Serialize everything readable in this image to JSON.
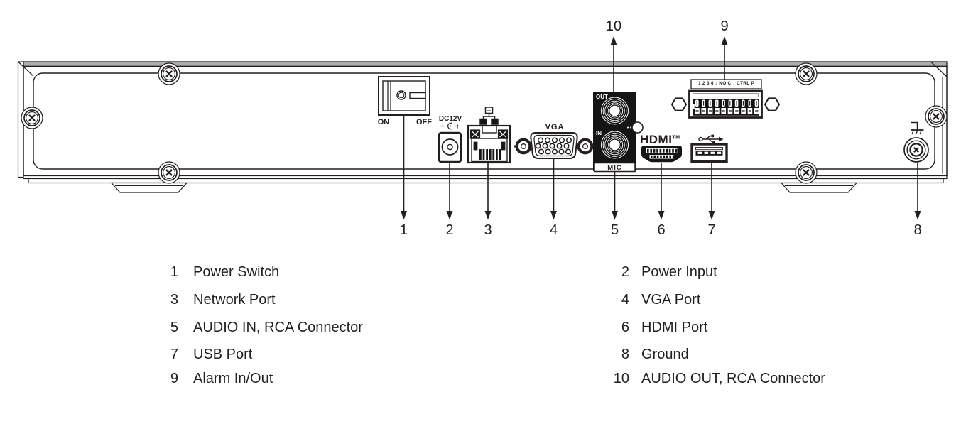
{
  "colors": {
    "ink": "#231f20",
    "panel_gray": "#adadad",
    "connector_dark": "#151515"
  },
  "rear_panel": {
    "power_switch": {
      "on": "ON",
      "off": "OFF"
    },
    "power_input": {
      "label": "DC12V"
    },
    "vga": {
      "label": "VGA"
    },
    "audio": {
      "out": "OUT",
      "in": "IN",
      "mic": "MIC"
    },
    "hdmi": {
      "label": "HDMI",
      "tm": "TM"
    },
    "alarm_terminal": {
      "pin_labels": "1 2 3 4 ↓ NO C ↓ CTRL P"
    }
  },
  "callouts": {
    "top": [
      {
        "n": "10"
      },
      {
        "n": "9"
      }
    ],
    "bottom": [
      {
        "n": "1"
      },
      {
        "n": "2"
      },
      {
        "n": "3"
      },
      {
        "n": "4"
      },
      {
        "n": "5"
      },
      {
        "n": "6"
      },
      {
        "n": "7"
      },
      {
        "n": "8"
      }
    ]
  },
  "legend": {
    "left": [
      {
        "num": "1",
        "label": "Power Switch"
      },
      {
        "num": "3",
        "label": "Network Port"
      },
      {
        "num": "5",
        "label": "AUDIO IN, RCA Connector"
      },
      {
        "num": "7",
        "label": "USB Port"
      },
      {
        "num": "9",
        "label": "Alarm In/Out"
      }
    ],
    "right": [
      {
        "num": "2",
        "label": "Power Input"
      },
      {
        "num": "4",
        "label": "VGA Port"
      },
      {
        "num": "6",
        "label": "HDMI Port"
      },
      {
        "num": "8",
        "label": "Ground"
      },
      {
        "num": "10",
        "label": "AUDIO OUT, RCA Connector"
      }
    ]
  }
}
